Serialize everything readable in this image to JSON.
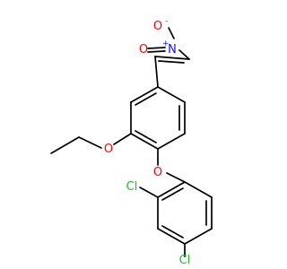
{
  "structure": {
    "atoms": {
      "nitro_n": "N",
      "nitro_n_charge": "+",
      "nitro_o1": "O",
      "nitro_o1_charge": "-",
      "nitro_o2": "O",
      "ether_o_ethoxy": "O",
      "ether_o_benzyl": "O",
      "chlorine_2": "Cl",
      "chlorine_4": "Cl"
    },
    "colors": {
      "bond": "#000000",
      "nitrogen": "#1010ff",
      "oxygen": "#ff0000",
      "chlorine": "#1fbf1f"
    }
  }
}
